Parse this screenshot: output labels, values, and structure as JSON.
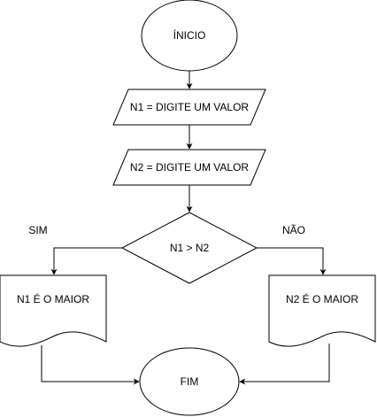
{
  "diagram": {
    "nodes": {
      "inicio": {
        "shape": "ellipse",
        "text": "ÍNICIO"
      },
      "input1": {
        "shape": "parallelogram",
        "text": "N1 = DIGITE UM VALOR"
      },
      "input2": {
        "shape": "parallelogram",
        "text": "N2  = DIGITE UM VALOR"
      },
      "decision": {
        "shape": "diamond",
        "text": "N1 > N2"
      },
      "result_n1": {
        "shape": "document",
        "text": "N1 É O MAIOR"
      },
      "result_n2": {
        "shape": "document",
        "text": "N2 É O MAIOR"
      },
      "fim": {
        "shape": "ellipse",
        "text": "FIM"
      }
    },
    "edges": {
      "yes_label": "SIM",
      "no_label": "NÃO"
    },
    "colors": {
      "stroke": "#000000",
      "fill": "#ffffff",
      "text": "#000000"
    }
  }
}
